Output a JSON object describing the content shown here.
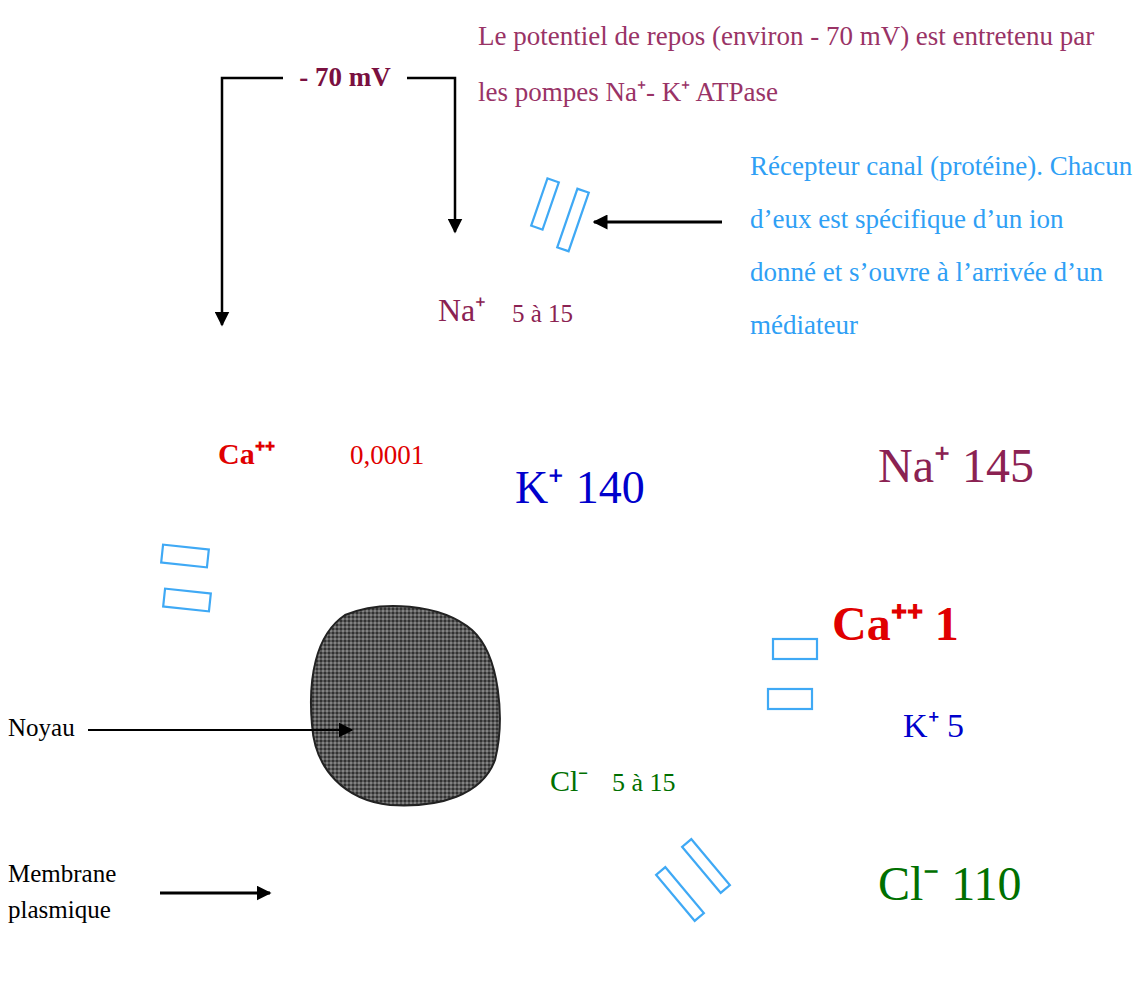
{
  "diagram": {
    "nodes": [
      {
        "text": [
          "- 70 mV"
        ]
      },
      {
        "text": [
          "Na⁺",
          "5 à 15",
          "Ca⁺⁺",
          "0,0001",
          "K⁺ 140",
          "Cl⁻",
          "5 à 15"
        ]
      }
    ],
    "edges": [
      {
        "from": 0,
        "to": 1,
        "arrow": "to"
      },
      {
        "from": 0,
        "to": 1,
        "arrow": "to"
      }
    ],
    "labels": [
      "Le potentiel de repos (environ - 70 mV) est entretenu par les pompes Na⁺- K⁺ ATPase",
      "Récepteur canal (protéine). Chacun d’eux est spécifique d’un ion donné et s’ouvre à l’arrivée d’un médiateur",
      "Na⁺ 145",
      "Ca⁺⁺ 1",
      "K⁺ 5",
      "Cl⁻ 110",
      "Noyau",
      "Membrane plasmique"
    ]
  }
}
